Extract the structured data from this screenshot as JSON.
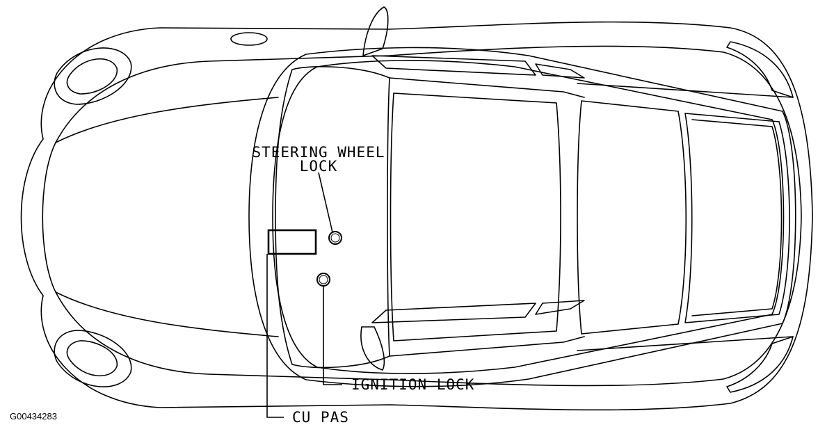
{
  "labels": {
    "steering_wheel_lock_line1": "STEERING WHEEL",
    "steering_wheel_lock_line2": "LOCK",
    "ignition_lock": "IGNITION LOCK",
    "cu_pas": "CU PAS"
  },
  "figure_id": "G00434283"
}
